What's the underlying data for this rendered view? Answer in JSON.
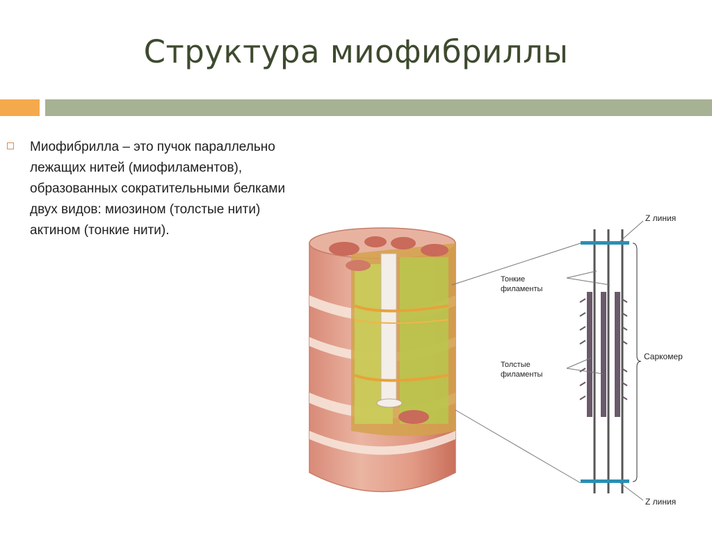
{
  "slide": {
    "title": "Структура миофибриллы",
    "bullet_text": "Миофибрилла – это пучок параллельно лежащих нитей (миофиламентов), образованных сократительными белками двух видов: миозином (толстые нити) актином (тонкие нити)."
  },
  "figure": {
    "labels": {
      "z_top": "Z линия",
      "thin": "Тонкие филаменты",
      "thin_line1": "Тонкие",
      "thin_line2": "филаменты",
      "thick_line1": "Толстые",
      "thick_line2": "филаменты",
      "sarcomere": "Саркомер",
      "z_bottom": "Z линия"
    }
  },
  "colors": {
    "title": "#3e4a2f",
    "accent_bar": "#f5a94d",
    "main_bar": "#a7b294",
    "z_line": "#2a8fb3"
  }
}
